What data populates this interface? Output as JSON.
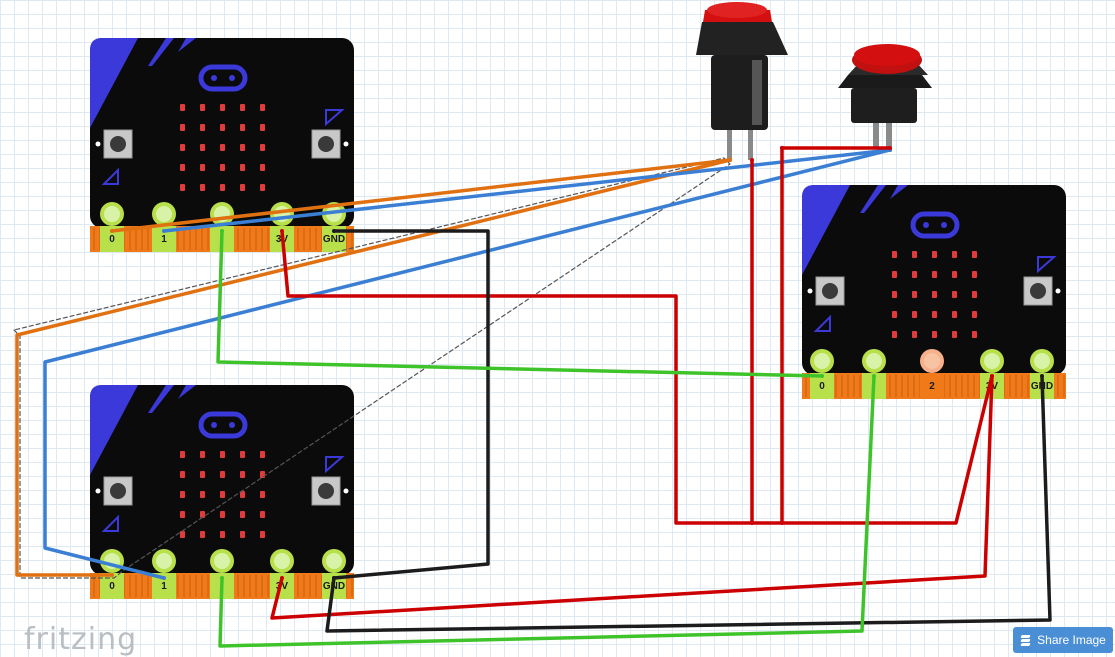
{
  "app": {
    "logo_text": "fritzing"
  },
  "toolbar": {
    "share_label": "Share Image",
    "share_icon": "layers-icon"
  },
  "boards": [
    {
      "id": "microbit-top-left",
      "pins": [
        "0",
        "1",
        "3V",
        "GND"
      ]
    },
    {
      "id": "microbit-bottom-left",
      "pins": [
        "0",
        "1",
        "3V",
        "GND"
      ]
    },
    {
      "id": "microbit-right",
      "pins": [
        "0",
        "2",
        "3V",
        "GND"
      ]
    }
  ],
  "buttons": [
    {
      "id": "pushbutton-tall",
      "cap_color": "#d40f0f"
    },
    {
      "id": "pushbutton-round",
      "cap_color": "#d40f0f"
    }
  ],
  "colors": {
    "board": "#0b0b0b",
    "corner": "#3b39d9",
    "edge": "#f07a1a",
    "pad": "#b8e04a",
    "pad_ring": "#d8f3a8",
    "led": "#e23b3b",
    "wire_red": "#cc0000",
    "wire_black": "#1c1c1c",
    "wire_green": "#3ec42a",
    "wire_blue": "#3b7fd4",
    "wire_orange": "#e07010"
  }
}
